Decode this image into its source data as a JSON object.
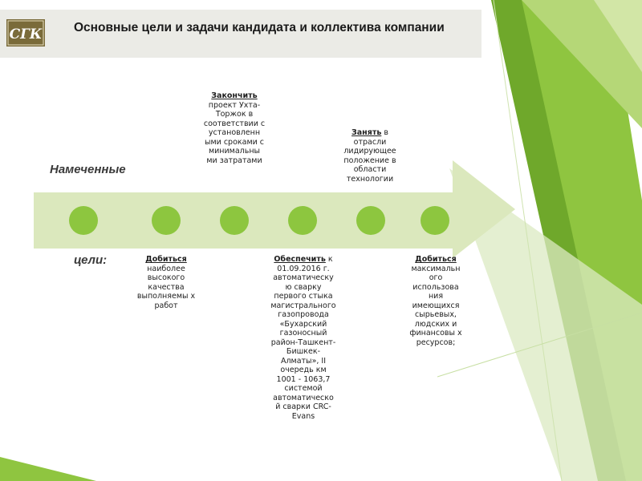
{
  "header": {
    "logo_text": "СГК",
    "title": "Основные цели и задачи кандидата и коллектива компании"
  },
  "timeline": {
    "label_top": "Намеченные",
    "label_bottom": "цели:",
    "goals": [
      {
        "verb": "Добиться",
        "text": "наиболее высокого качества выполняемы х работ"
      },
      {
        "verb": "Закончить",
        "text": "проект Ухта-Торжок в соответствии с установленн ыми сроками с минимальны ми затратами"
      },
      {
        "verb": "Обеспечить",
        "text": "к 01.09.2016 г. автоматическу ю сварку первого стыка магистрального газопровода «Бухарский газоносный район-Ташкент-Бишкек-Алматы», II очередь км 1001 - 1063,7 системой автоматическо й сварки CRC-Evans"
      },
      {
        "verb": "Занять",
        "text": "в отрасли лидирующее положение в области технологии"
      },
      {
        "verb": "Добиться",
        "text": "максимальн ого использова ния имеющихся сырьевых, людских и финансовы х ресурсов;"
      }
    ]
  },
  "colors": {
    "accent": "#8dc63f",
    "arrow": "#dbe8bd",
    "header_bg": "#ebebe6",
    "logo_bg": "#7a6b3a"
  }
}
